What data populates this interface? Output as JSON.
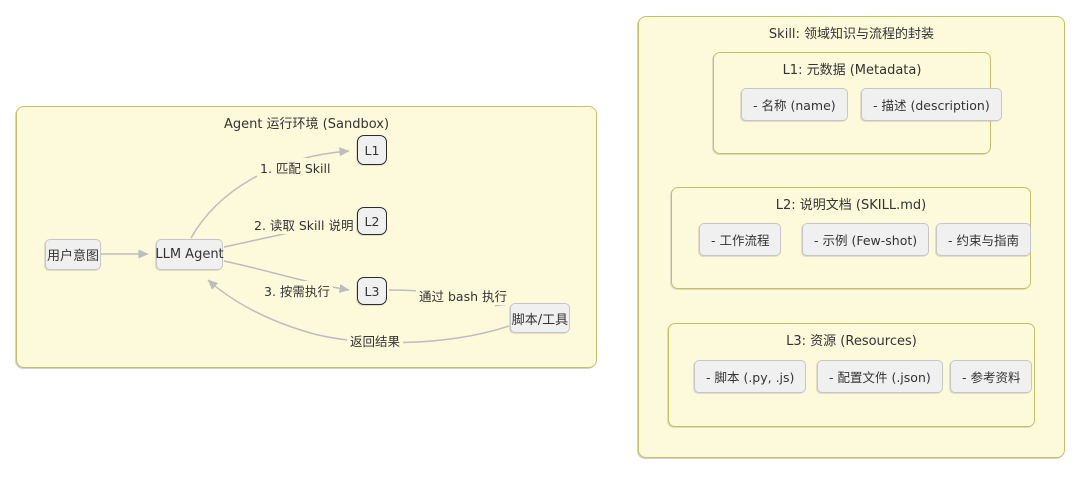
{
  "left_cluster": {
    "title": "Agent 运行环境 (Sandbox)",
    "nodes": {
      "user_intent": {
        "label": "用户意图"
      },
      "llm_agent": {
        "label": "LLM Agent"
      },
      "l1": {
        "label": "L1"
      },
      "l2": {
        "label": "L2"
      },
      "l3": {
        "label": "L3"
      },
      "script_tool": {
        "label": "脚本/工具"
      }
    },
    "edges": [
      {
        "from": "用户意图",
        "to": "LLM Agent",
        "label": ""
      },
      {
        "from": "LLM Agent",
        "to": "L1",
        "label": "1. 匹配 Skill"
      },
      {
        "from": "LLM Agent",
        "to": "L2",
        "label": "2. 读取 Skill 说明"
      },
      {
        "from": "LLM Agent",
        "to": "L3",
        "label": "3. 按需执行"
      },
      {
        "from": "L3",
        "to": "脚本/工具",
        "label": "通过 bash 执行"
      },
      {
        "from": "脚本/工具",
        "to": "LLM Agent",
        "label": "返回结果"
      }
    ]
  },
  "right_cluster": {
    "title": "Skill: 领域知识与流程的封装",
    "sections": [
      {
        "title": "L1: 元数据 (Metadata)",
        "items": [
          "- 名称 (name)",
          "- 描述 (description)"
        ]
      },
      {
        "title": "L2: 说明文档 (SKILL.md)",
        "items": [
          "- 工作流程",
          "- 示例 (Few-shot)",
          "- 约束与指南"
        ]
      },
      {
        "title": "L3: 资源 (Resources)",
        "items": [
          "- 脚本 (.py, .js)",
          "- 配置文件 (.json)",
          "- 参考资料"
        ]
      }
    ]
  },
  "colors": {
    "cluster_fill": "#fcfadb",
    "cluster_border": "#c3c164",
    "node_fill": "#f0f0f0",
    "node_border": "#c6c6c6",
    "accent_node_border": "#2b2b2b",
    "edge": "#bdbdbd",
    "text": "#333333"
  }
}
